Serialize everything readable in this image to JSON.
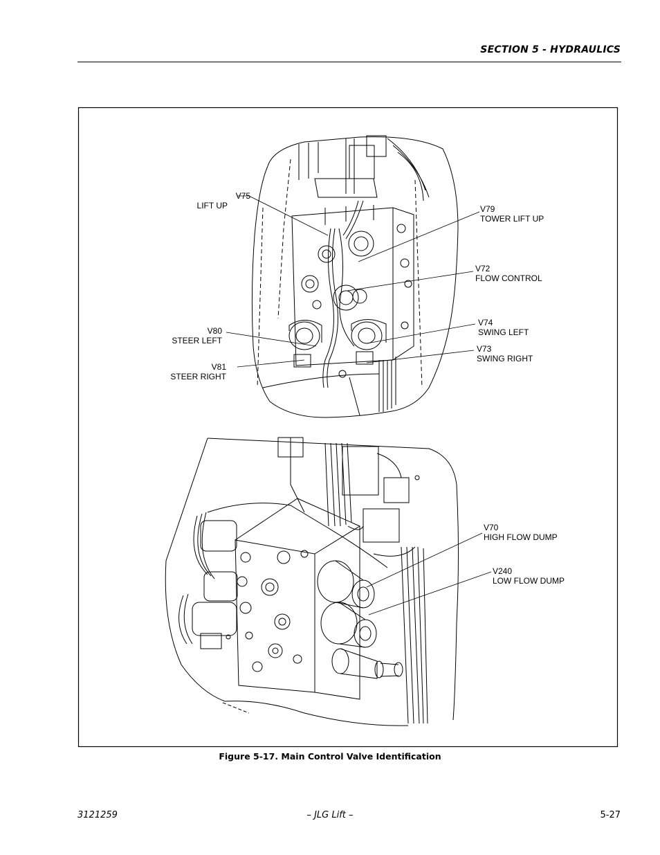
{
  "header": {
    "section_title": "SECTION 5 - HYDRAULICS"
  },
  "figure": {
    "caption": "Figure 5-17.  Main Control Valve Identification",
    "top_callouts": [
      {
        "id": "V75",
        "desc": "LIFT UP"
      },
      {
        "id": "V79",
        "desc": "TOWER LIFT UP"
      },
      {
        "id": "V72",
        "desc": "FLOW CONTROL"
      },
      {
        "id": "V80",
        "desc": "STEER LEFT"
      },
      {
        "id": "V74",
        "desc": "SWING LEFT"
      },
      {
        "id": "V73",
        "desc": "SWING RIGHT"
      },
      {
        "id": "V81",
        "desc": "STEER RIGHT"
      }
    ],
    "bottom_callouts": [
      {
        "id": "V70",
        "desc": "HIGH FLOW DUMP"
      },
      {
        "id": "V240",
        "desc": "LOW FLOW DUMP"
      }
    ]
  },
  "footer": {
    "doc_number": "3121259",
    "center": "– JLG Lift –",
    "page": "5-27"
  }
}
